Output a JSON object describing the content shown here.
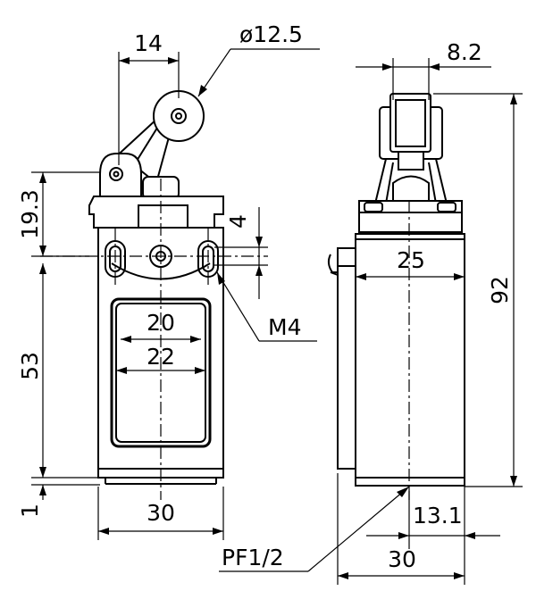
{
  "dimensions": {
    "lever_width": "14",
    "roller_diameter": "ø12.5",
    "plunger_width": "8.2",
    "height_head": "19.3",
    "hole_spacing": "4",
    "mount_thread": "M4",
    "height_body": "53",
    "base_step": "1",
    "window_inner": "20",
    "window_outer": "22",
    "body_width_front": "30",
    "body_depth_inner": "25",
    "total_height": "92",
    "conduit_offset": "13.1",
    "conduit_thread": "PF1/2",
    "body_depth": "30"
  }
}
